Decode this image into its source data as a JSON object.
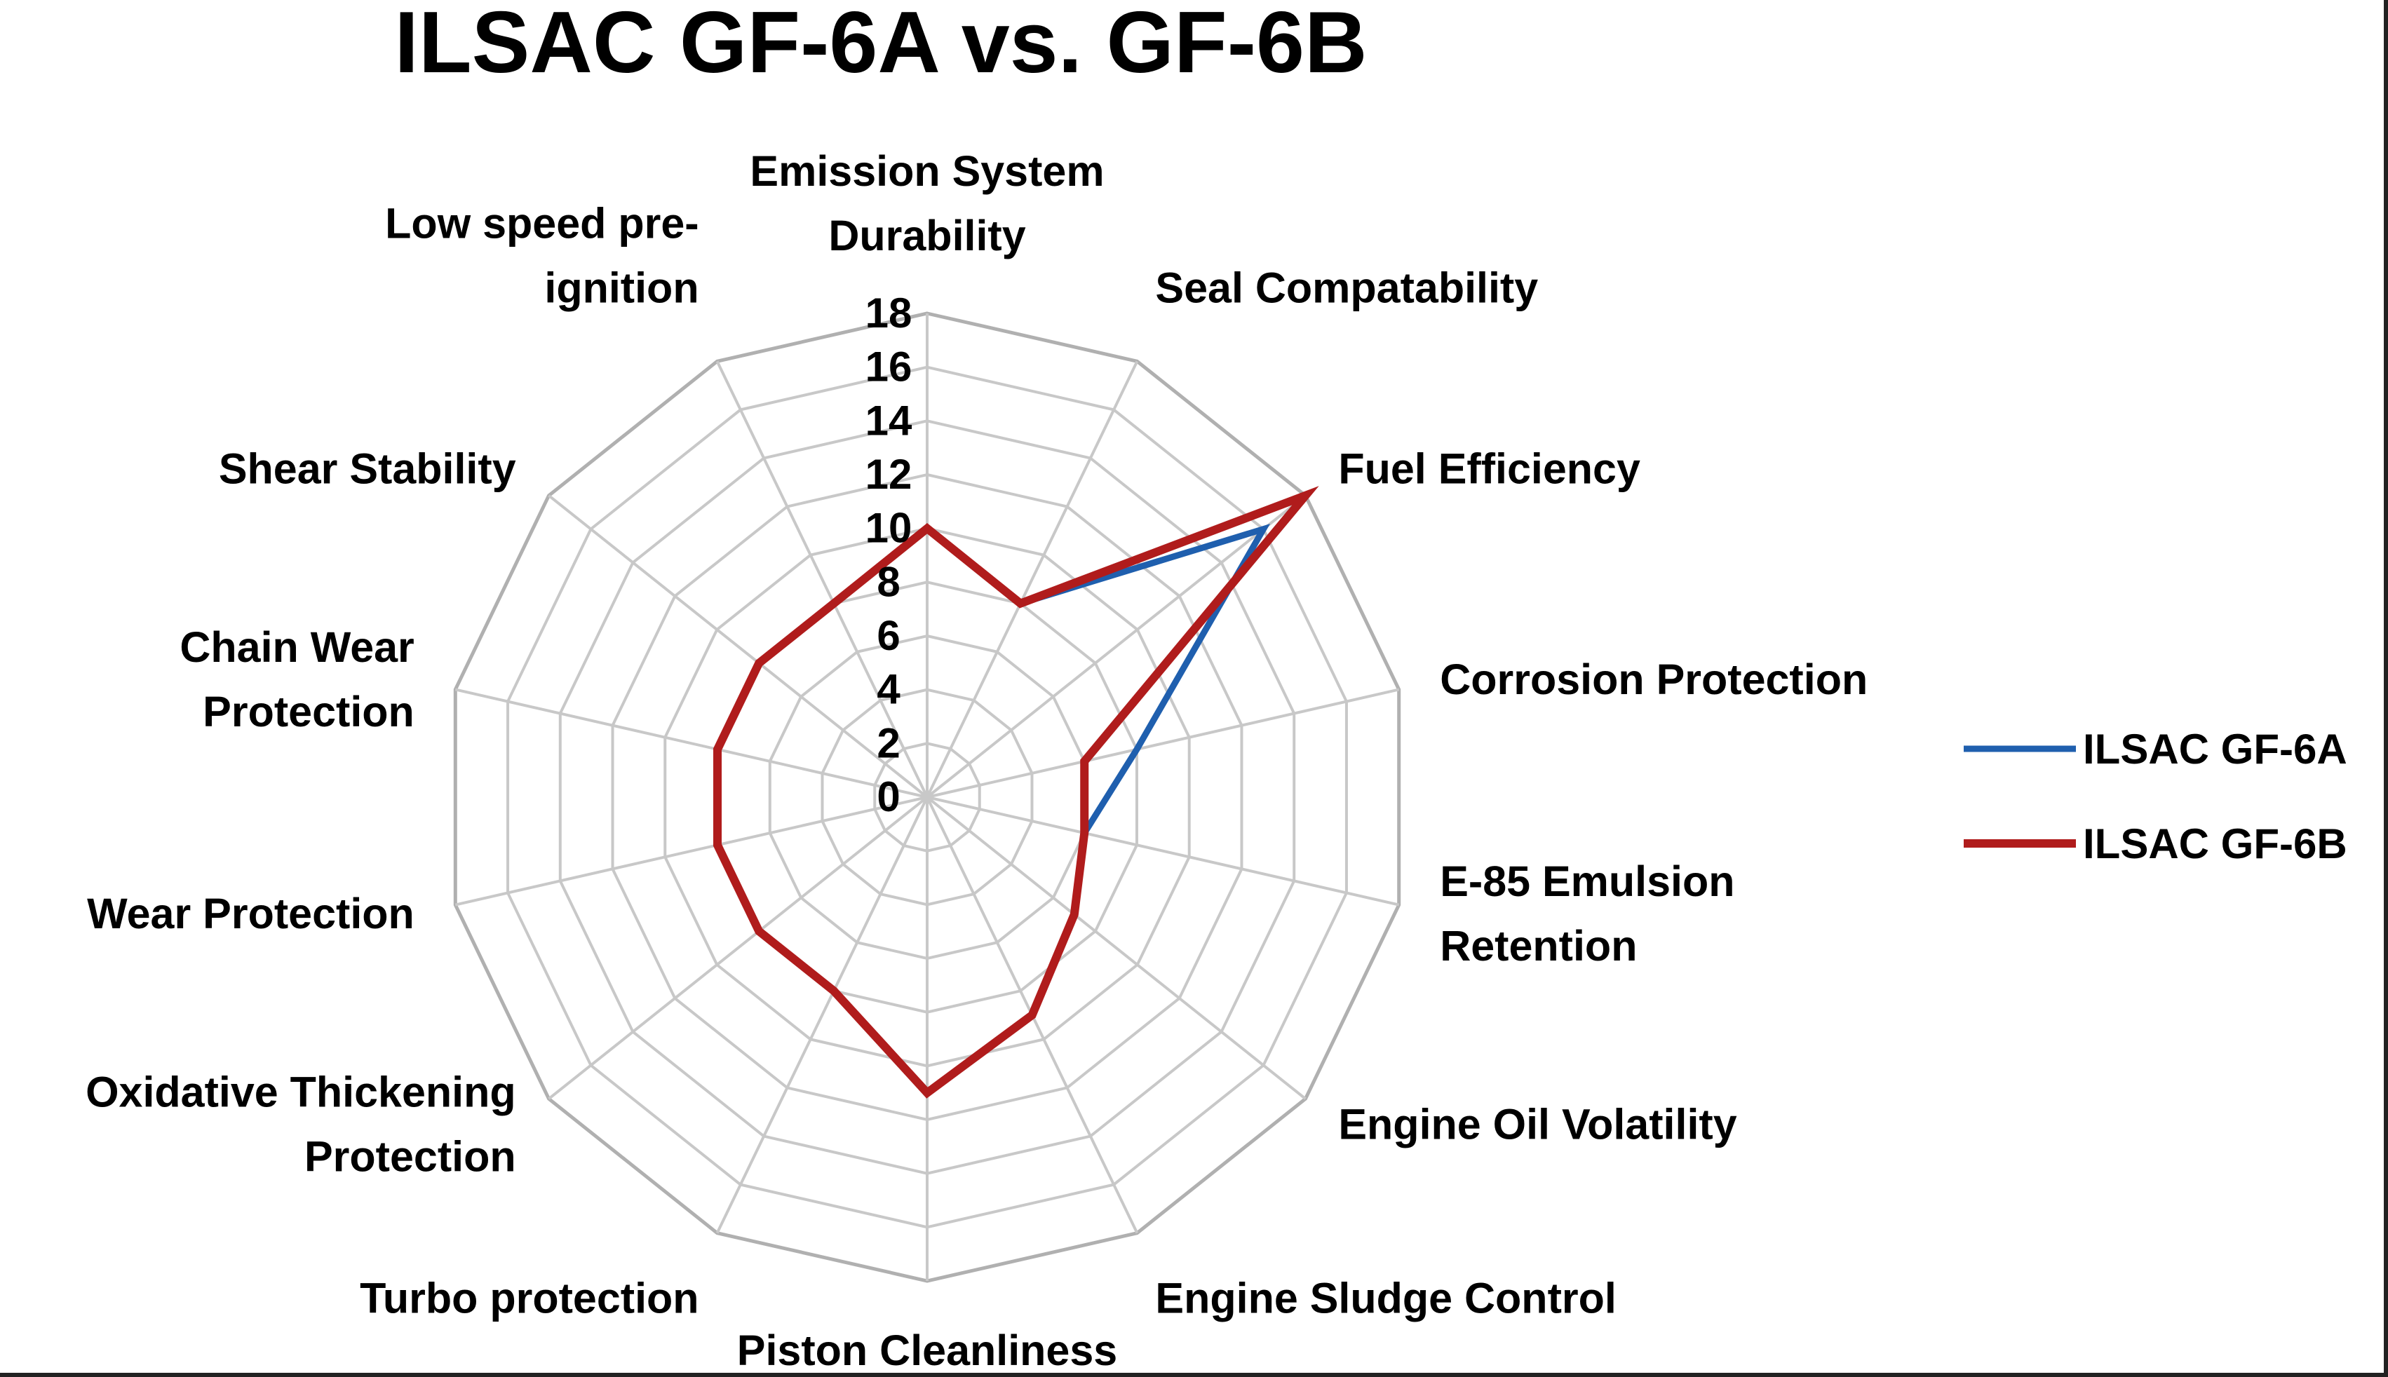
{
  "chart_data": {
    "type": "radar",
    "title": "ILSAC GF-6A vs. GF-6B",
    "axes": [
      [
        "Emission System",
        "Durability"
      ],
      [
        "Seal Compatability"
      ],
      [
        "Fuel Efficiency"
      ],
      [
        "Corrosion Protection"
      ],
      [
        "E-85 Emulsion",
        "Retention"
      ],
      [
        "Engine Oil Volatility"
      ],
      [
        "Engine Sludge Control"
      ],
      [
        "Piston Cleanliness"
      ],
      [
        "Turbo protection"
      ],
      [
        "Oxidative Thickening",
        "Protection"
      ],
      [
        "Wear Protection"
      ],
      [
        "Chain Wear",
        "Protection"
      ],
      [
        "Shear Stability"
      ],
      [
        "Low speed pre-",
        "ignition"
      ]
    ],
    "rmin": 0,
    "rmax": 18,
    "ticks": [
      0,
      2,
      4,
      6,
      8,
      10,
      12,
      14,
      16,
      18
    ],
    "grid": true,
    "legend_position": "right",
    "series": [
      {
        "name": "ILSAC GF-6A",
        "color": "#1f5fae",
        "values": [
          10,
          8,
          16,
          8,
          6,
          7,
          9,
          11,
          8,
          8,
          8,
          8,
          8,
          8
        ]
      },
      {
        "name": "ILSAC GF-6B",
        "color": "#b01c1c",
        "values": [
          10,
          8,
          18,
          6,
          6,
          7,
          9,
          11,
          8,
          8,
          8,
          8,
          8,
          8
        ]
      }
    ]
  }
}
